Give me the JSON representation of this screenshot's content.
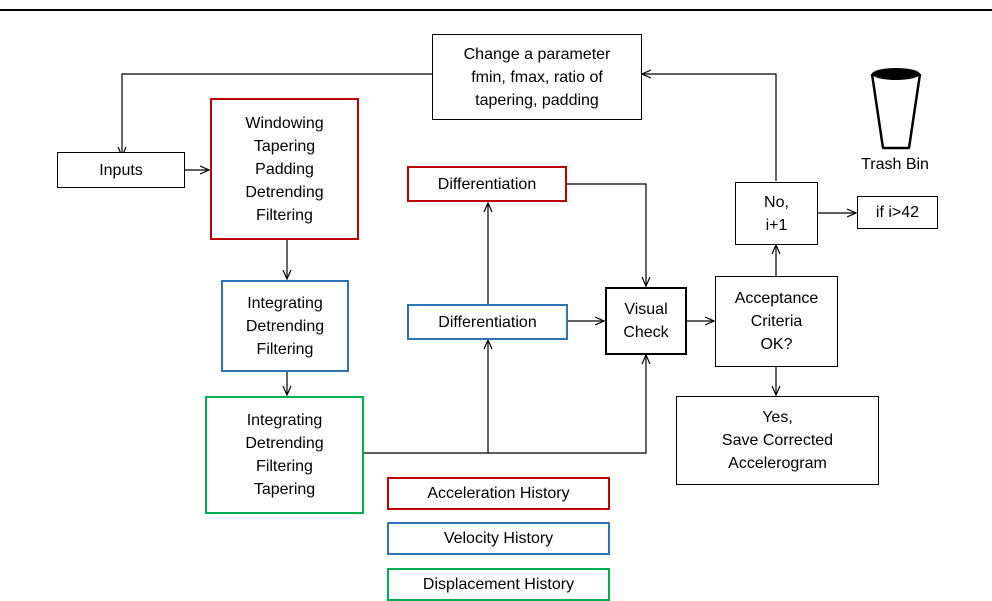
{
  "nodes": {
    "change_param": [
      "Change a parameter",
      "fmin, fmax, ratio of",
      "tapering, padding"
    ],
    "inputs": [
      "Inputs"
    ],
    "preprocess": [
      "Windowing",
      "Tapering",
      "Padding",
      "Detrending",
      "Filtering"
    ],
    "integrate_velocity": [
      "Integrating",
      "Detrending",
      "Filtering"
    ],
    "integrate_displacement": [
      "Integrating",
      "Detrending",
      "Filtering",
      "Tapering"
    ],
    "differentiation_acc": [
      "Differentiation"
    ],
    "differentiation_vel": [
      "Differentiation"
    ],
    "visual_check": [
      "Visual",
      "Check"
    ],
    "acceptance": [
      "Acceptance",
      "Criteria",
      "OK?"
    ],
    "no_increment": [
      "No,",
      "i+1"
    ],
    "limit_check": [
      "if i>42"
    ],
    "save": [
      "Yes,",
      "Save Corrected",
      "Accelerogram"
    ]
  },
  "trash_bin": {
    "label": "Trash Bin",
    "icon": "trash-bin-icon"
  },
  "legend": [
    {
      "label": "Acceleration History",
      "color": "#c00000"
    },
    {
      "label": "Velocity History",
      "color": "#2e75b6"
    },
    {
      "label": "Displacement History",
      "color": "#00b050"
    }
  ]
}
